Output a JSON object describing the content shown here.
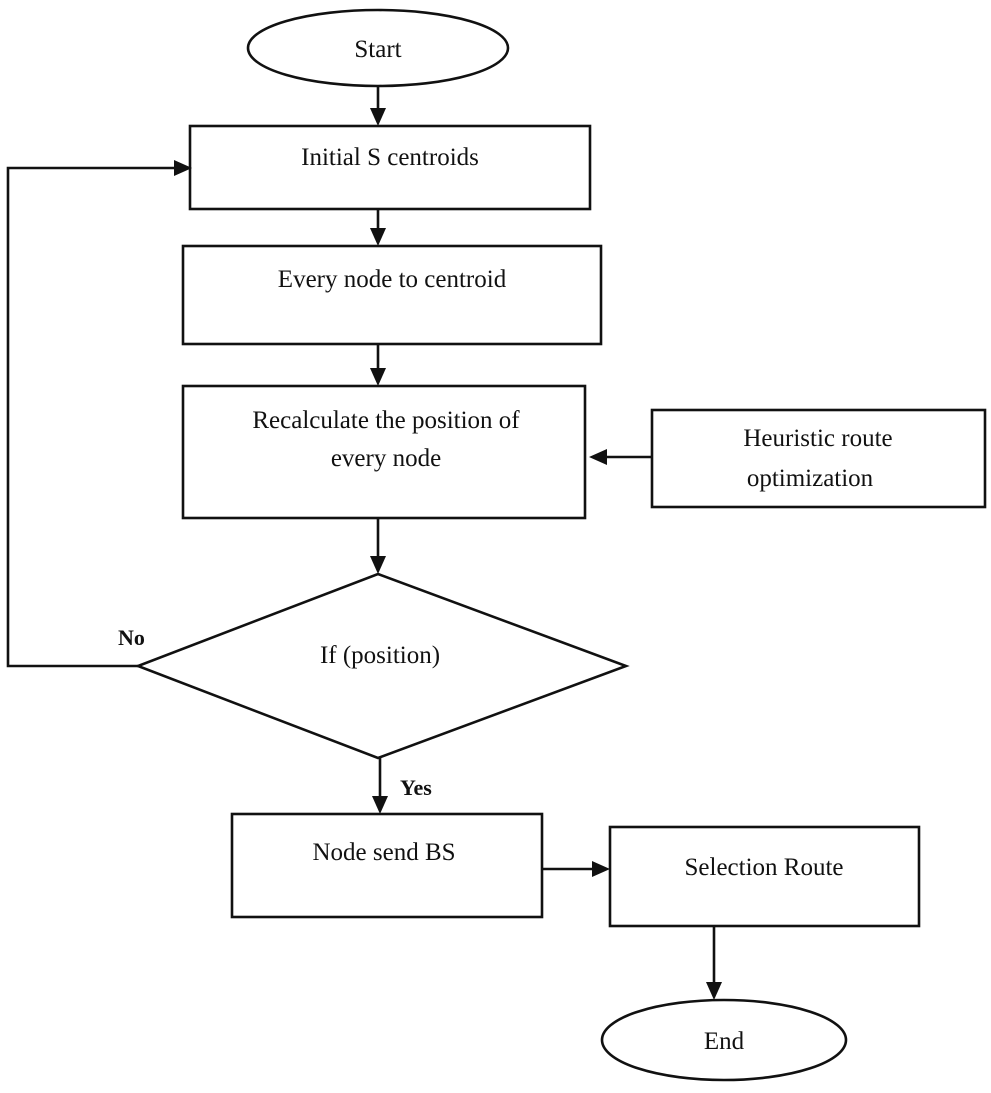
{
  "flowchart": {
    "start": "Start",
    "initial_centroids": "Initial S centroids",
    "assign_nodes": "Every node to centroid",
    "recalculate_line1": "Recalculate the position of",
    "recalculate_line2": "every node",
    "heuristic_line1": "Heuristic route",
    "heuristic_line2": "optimization",
    "decision": "If (position)",
    "no_label": "No",
    "yes_label": "Yes",
    "node_send": "Node send BS",
    "selection_route": "Selection Route",
    "end": "End"
  }
}
